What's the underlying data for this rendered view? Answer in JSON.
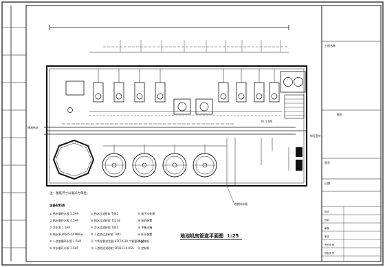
{
  "drawing": {
    "title": "地池机房管道平面图",
    "scale": "1:25",
    "note": "注：图纸尺寸以毫米为单位。",
    "legend_title": "设备材料表",
    "legend_left": [
      "① 热水循环水泵 1.5HP",
      "② 热水循环水泵 4.5HP",
      "③ 冷水泵 1.5HP",
      "④ 热水泵 DD45-34 NHkw",
      "⑤ 人造浪循环水泵 1.5HP",
      "⑥ 冷水循环水泵 1.5HP"
    ],
    "legend_right": [
      "⑦ 热水过滤砂缸 T441",
      "⑧ 热水过滤砂缸 T1218",
      "⑨ 冷水过滤砂缸 T441",
      "⑩ 人造浪过滤砂缸 T441",
      "⑪ 二氧化氯发生器 HTCFX-30 产氯量30g/h",
      "⑫ 人造浪过滤砂缸 SP0311-II-KSS"
    ],
    "legend_items_far": [
      "⑬ 电子水处理",
      "⑭ 加药装置",
      "⑮ 平衡水箱",
      "⑯ 补水装置",
      "⑰ 配电柜",
      "⑱ 控制柜"
    ],
    "pipe_labels": {
      "left_inlet": "接池给水",
      "right_outlet": "排至室外",
      "bottom_label": "池底排水管",
      "dn_label": "PL-1 DN"
    },
    "title_block": {
      "project": "工程名称",
      "drawing_name": "图名",
      "drawing_no": "图号",
      "date": "日期",
      "rows": [
        "设计",
        "校对",
        "审核",
        "审定",
        "专业负责",
        "项目负责"
      ]
    }
  }
}
